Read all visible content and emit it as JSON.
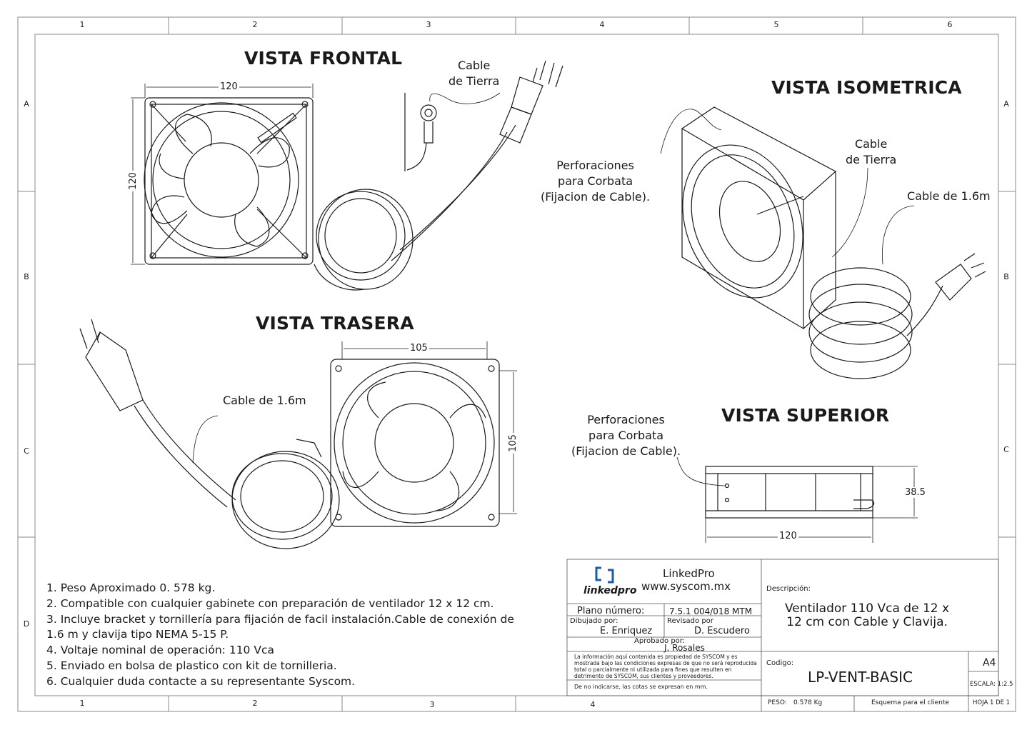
{
  "grid": {
    "columns_top": [
      "1",
      "2",
      "3",
      "4",
      "5",
      "6"
    ],
    "columns_bottom": [
      "1",
      "2",
      "3",
      "4"
    ],
    "rows": [
      "A",
      "B",
      "C",
      "D"
    ]
  },
  "views": {
    "frontal": {
      "title": "VISTA FRONTAL",
      "dim_width": "120",
      "dim_height": "120",
      "ground_label": "Cable\nde Tierra"
    },
    "trasera": {
      "title": "VISTA TRASERA",
      "dim_width": "105",
      "dim_height": "105",
      "cable_label": "Cable de 1.6m"
    },
    "isometrica": {
      "title": "VISTA ISOMETRICA",
      "perforaciones_label": "Perforaciones\npara Corbata\n(Fijacion de Cable).",
      "ground_label": "Cable\nde Tierra",
      "cable_label": "Cable de 1.6m"
    },
    "superior": {
      "title": "VISTA SUPERIOR",
      "perforaciones_label": "Perforaciones\npara Corbata\n(Fijacion de Cable).",
      "dim_width": "120",
      "dim_height": "38.5"
    }
  },
  "notes": [
    "1. Peso Aproximado 0. 578 kg.",
    "2. Compatible con cualquier gabinete con preparación de ventilador 12 x 12 cm.",
    "3. Incluye bracket y tornillería para fijación de facil instalación.Cable de conexión de",
    "1.6 m y clavija tipo NEMA 5-15 P.",
    "4. Voltaje nominal de operación: 110 Vca",
    "5. Enviado en bolsa de plastico con kit de tornilleria.",
    "6. Cualquier duda contacte a su representante Syscom."
  ],
  "title_block": {
    "logo_text": "linkedpro",
    "company": "LinkedPro",
    "website": "www.syscom.mx",
    "plano_label": "Plano número:",
    "plano_value": "7.5.1 004/018 MTM",
    "dibujado_label": "Dibujado por:",
    "dibujado_value": "E. Enriquez",
    "revisado_label": "Revisado por",
    "revisado_value": "D. Escudero",
    "aprobado_label": "Aprobado por:",
    "aprobado_value": "J. Rosales",
    "disclaimer": "La información aquí contenida es propiedad de SYSCOM y es mostrada bajo las condiciones expresas de que no será reproducida total o parcialmente ni utilizada para fines que resulten en detrimento de SYSCOM, sus clientes y proveedores.",
    "units_note": "De no indicarse, las cotas se expresan en mm.",
    "descripcion_label": "Descripción:",
    "descripcion_value": "Ventilador 110 Vca de 12 x\n12 cm con Cable y Clavija.",
    "codigo_label": "Codigo:",
    "codigo_value": "LP-VENT-BASIC",
    "size": "A4",
    "escala": "ESCALA: 1:2.5",
    "peso_label": "PESO:",
    "peso_value": "0.578 Kg",
    "esquema": "Esquema para el cliente",
    "hoja": "HOJA 1 DE 1"
  },
  "colors": {
    "line": "#1a1a1a",
    "frame": "#888888",
    "logo_blue": "#1a5ea8"
  }
}
